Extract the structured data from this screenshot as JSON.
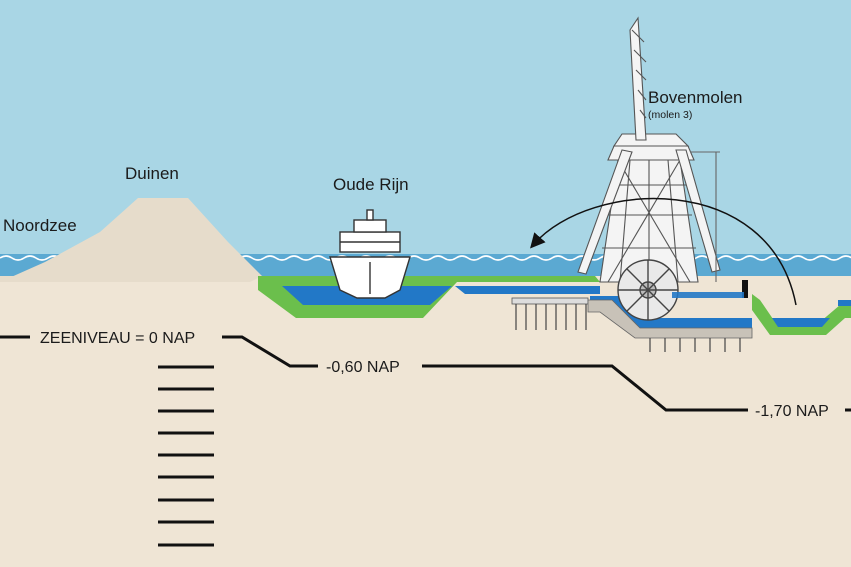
{
  "labels": {
    "sea": "Noordzee",
    "dunes": "Duinen",
    "river": "Oude Rijn",
    "mill": "Bovenmolen",
    "mill_sub": "(molen 3)"
  },
  "levels": {
    "sea_level": "ZEENIVEAU = 0 NAP",
    "canal_level": "-0,60 NAP",
    "polder_level": "-1,70 NAP"
  },
  "colors": {
    "sky": "#a9d6e5",
    "sea_band": "#5ba9d2",
    "water": "#2278c7",
    "dike": "#6bbf4c",
    "ground": "#efe5d5",
    "dune": "#e6dccb",
    "ink": "#111111",
    "ship": "#ffffff"
  },
  "icons": {
    "ship": "ship-icon",
    "mill": "windmill-icon",
    "waterwheel": "waterwheel-icon"
  }
}
